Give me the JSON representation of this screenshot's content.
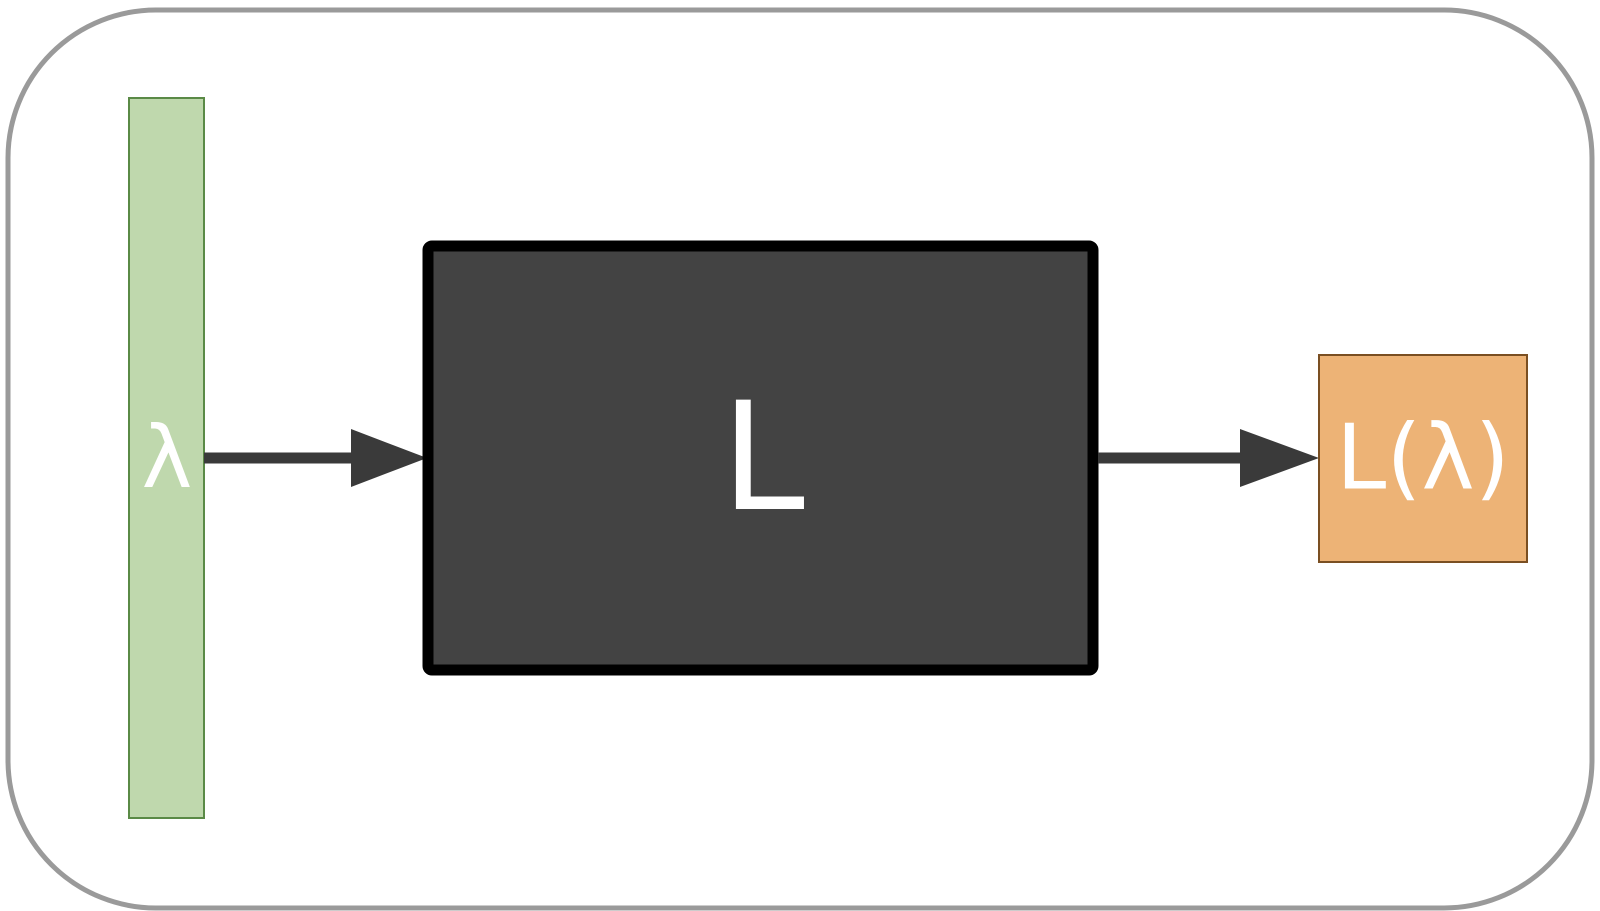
{
  "diagram": {
    "input": {
      "label": "λ",
      "fill": "#bfd8ad",
      "stroke": "#5a8a46"
    },
    "function": {
      "label": "L",
      "fill": "#434343",
      "stroke": "#000000"
    },
    "output": {
      "label": "L(λ)",
      "fill": "#edb376",
      "stroke": "#7a4f22"
    },
    "frame_stroke": "#9a9a9a",
    "arrow_color": "#3a3a3a"
  }
}
